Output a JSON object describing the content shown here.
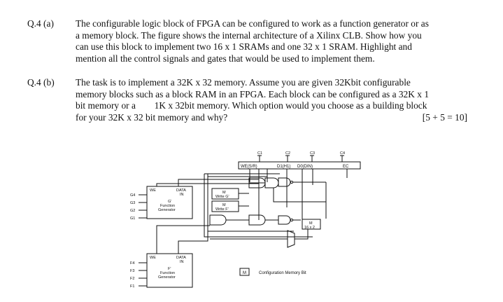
{
  "q4a": {
    "label": "Q.4 (a)",
    "lines": [
      "The configurable logic block of FPGA can be configured to work as a function generator or as",
      "a memory block. The figure shows the internal architecture of a Xilinx CLB. Show how you",
      "can use this block to implement two 16 x 1 SRAMs and one 32 x 1 SRAM. Highlight and",
      "mention all the control signals and gates that would be used to implement them."
    ]
  },
  "q4b": {
    "label": "Q.4 (b)",
    "lines": [
      "The task is to implement a 32K x 32 memory. Assume you are given 32Kbit configurable",
      "memory blocks such as a block RAM in an FPGA. Each block can be configured as a 32K x 1",
      "bit memory or a        1K x 32bit memory. Which option would you choose as a building block",
      "for your 32K x 32 bit memory and why?"
    ],
    "marks": "[5 + 5 = 10]"
  },
  "figure": {
    "top_inputs": [
      "C1",
      "C2",
      "C3",
      "C4"
    ],
    "control_labels": [
      "WE(S/R)",
      "D1(H1)",
      "D0(DIN)",
      "EC"
    ],
    "g_inputs": [
      "G4",
      "G3",
      "G2",
      "G1"
    ],
    "f_inputs": [
      "F4",
      "F3",
      "F2",
      "F1"
    ],
    "g_block": {
      "we": "WE",
      "data": "DATA",
      "in": "IN",
      "name": "G'",
      "line1": "Function",
      "line2": "Generator"
    },
    "f_block": {
      "we": "WE",
      "data": "DATA",
      "in": "IN",
      "name": "F'",
      "line1": "Function",
      "line2": "Generator"
    },
    "m_write_g": {
      "m": "M",
      "text": "Write G'"
    },
    "m_write_f": {
      "m": "M",
      "text": "Write F'"
    },
    "m_16x2": {
      "m": "M",
      "text": "16 x 2"
    },
    "legend": {
      "m": "M",
      "text": "Configuration Memory Bit"
    }
  }
}
